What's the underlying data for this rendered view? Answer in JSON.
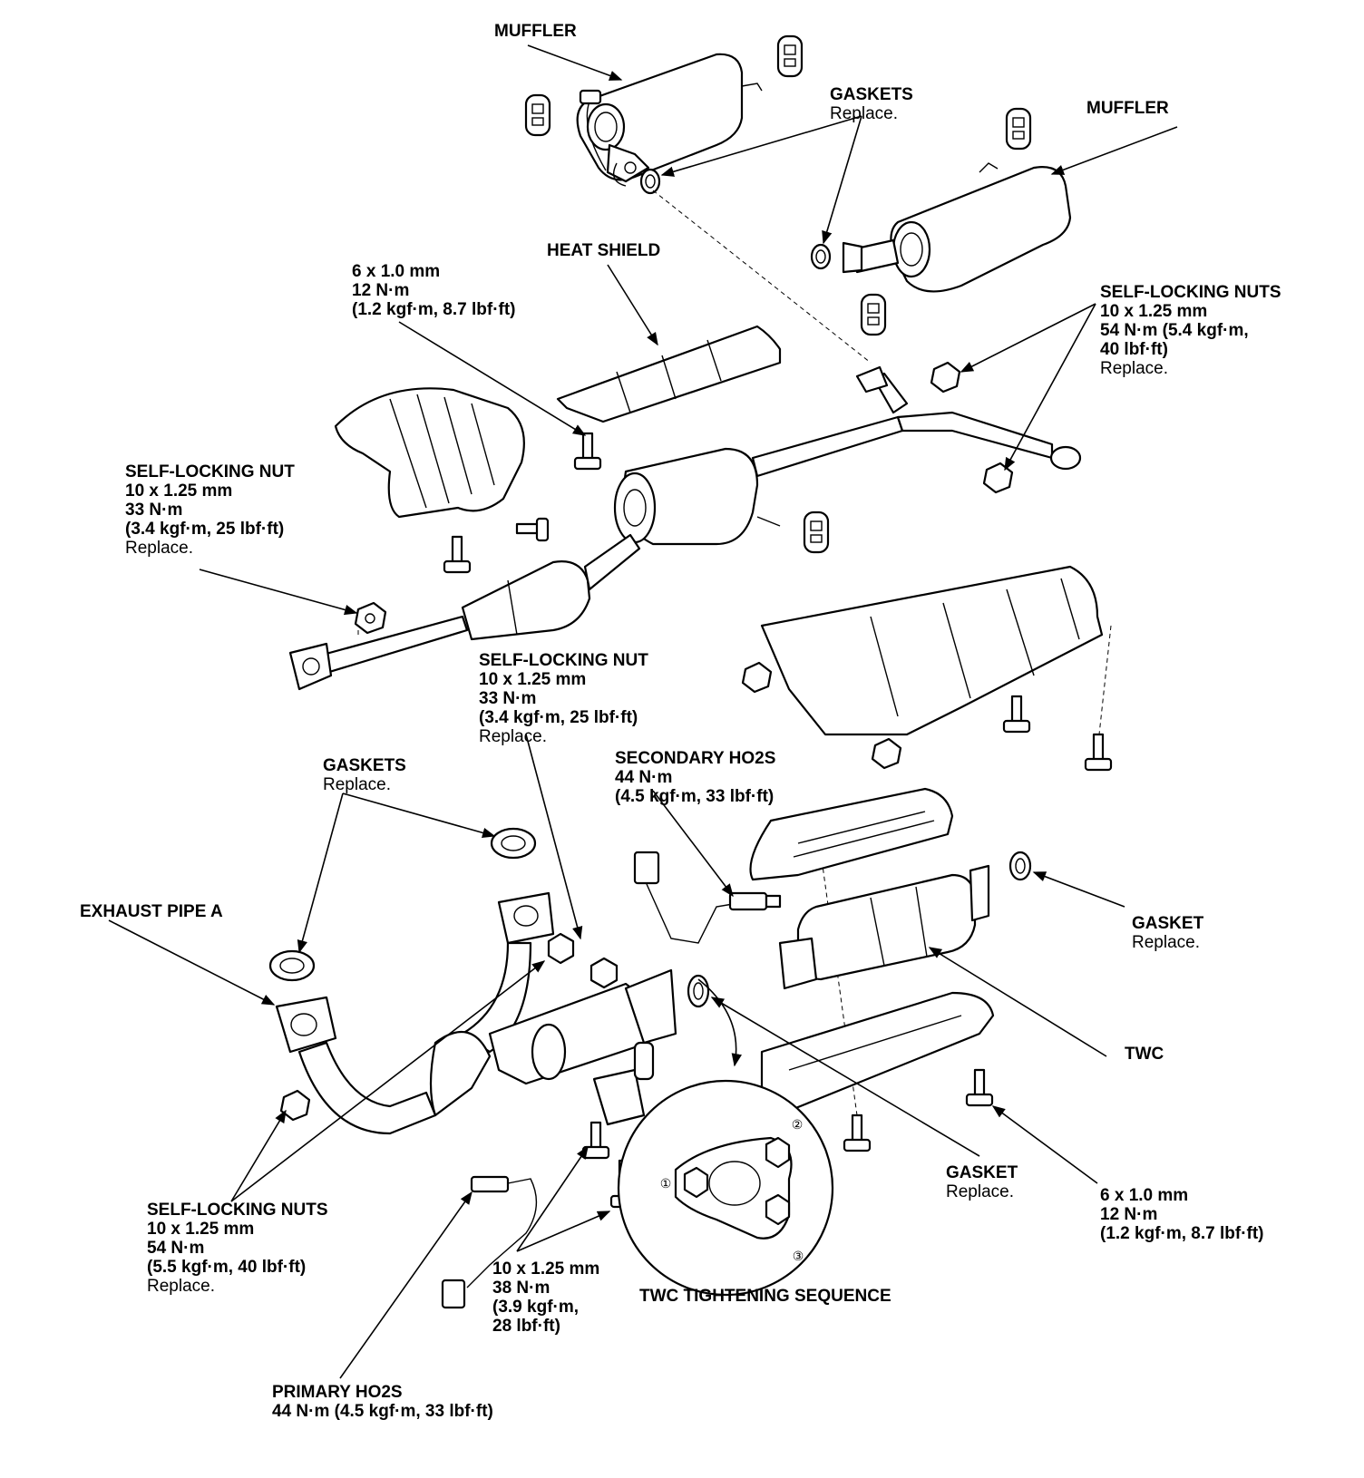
{
  "labels": {
    "muffler_top": {
      "title": "MUFFLER"
    },
    "gaskets_top": {
      "title": "GASKETS",
      "note": "Replace."
    },
    "muffler_right": {
      "title": "MUFFLER"
    },
    "heat_shield": {
      "title": "HEAT SHIELD"
    },
    "bolt_6x1_top": {
      "lines": [
        "6 x 1.0 mm",
        "12 N·m",
        "(1.2 kgf·m, 8.7 lbf·ft)"
      ]
    },
    "self_locking_nuts_right": {
      "title": "SELF-LOCKING NUTS",
      "lines": [
        "10 x 1.25 mm",
        "54 N·m (5.4 kgf·m,",
        "40 lbf·ft)"
      ],
      "note": "Replace."
    },
    "self_locking_nut_left": {
      "title": "SELF-LOCKING NUT",
      "lines": [
        "10 x 1.25 mm",
        "33 N·m",
        "(3.4 kgf·m, 25 lbf·ft)"
      ],
      "note": "Replace."
    },
    "self_locking_nut_mid": {
      "title": "SELF-LOCKING NUT",
      "lines": [
        "10 x 1.25 mm",
        "33 N·m",
        "(3.4 kgf·m, 25 lbf·ft)"
      ],
      "note": "Replace."
    },
    "gaskets_mid": {
      "title": "GASKETS",
      "note": "Replace."
    },
    "secondary_ho2s": {
      "title": "SECONDARY HO2S",
      "lines": [
        "44 N·m",
        "(4.5 kgf·m, 33 lbf·ft)"
      ]
    },
    "exhaust_pipe_a": {
      "title": "EXHAUST PIPE A"
    },
    "gasket_right": {
      "title": "GASKET",
      "note": "Replace."
    },
    "twc": {
      "title": "TWC"
    },
    "gasket_bottom": {
      "title": "GASKET",
      "note": "Replace."
    },
    "bolt_6x1_bottom": {
      "lines": [
        "6 x 1.0 mm",
        "12 N·m",
        "(1.2 kgf·m, 8.7 lbf·ft)"
      ]
    },
    "self_locking_nuts_bottom": {
      "title": "SELF-LOCKING NUTS",
      "lines": [
        "10 x 1.25 mm",
        "54 N·m",
        "(5.5 kgf·m, 40 lbf·ft)"
      ],
      "note": "Replace."
    },
    "bolt_10x125": {
      "lines": [
        "10 x 1.25 mm",
        "38 N·m",
        "(3.9 kgf·m,",
        "28 lbf·ft)"
      ]
    },
    "twc_sequence": {
      "title": "TWC TIGHTENING SEQUENCE"
    },
    "primary_ho2s": {
      "title": "PRIMARY HO2S",
      "lines": [
        "44 N·m (4.5 kgf·m, 33 lbf·ft)"
      ]
    }
  },
  "sequence_numbers": [
    "①",
    "②",
    "③"
  ]
}
